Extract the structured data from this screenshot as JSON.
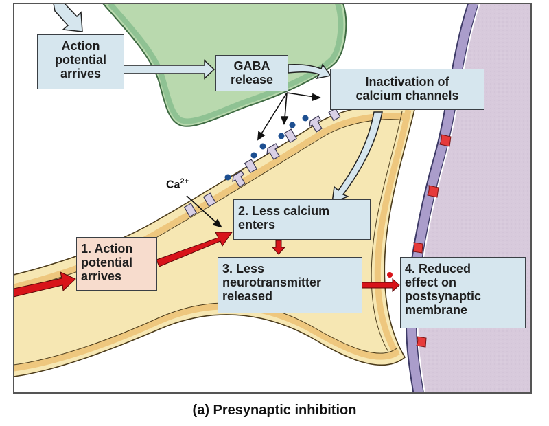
{
  "figure": {
    "caption": "(a) Presynaptic inhibition",
    "ion_label": "Ca",
    "ion_charge": "2+"
  },
  "boxes": {
    "ap_top": [
      "Action",
      "potential",
      "arrives"
    ],
    "gaba": [
      "GABA",
      "release"
    ],
    "inactivation": [
      "Inactivation of",
      "calcium channels"
    ],
    "step1": [
      "1. Action",
      "potential",
      "arrives"
    ],
    "step2": [
      "2. Less calcium",
      "enters"
    ],
    "step3": [
      "3. Less",
      "neurotransmitter",
      "released"
    ],
    "step4": [
      "4. Reduced",
      "effect on",
      "postsynaptic",
      "membrane"
    ]
  },
  "colors": {
    "gaba_terminal": "#b9d9ae",
    "gaba_membrane": "#7fb583",
    "presynaptic_terminal": "#f6e7b3",
    "presynaptic_membrane": "#eec77e",
    "postsynaptic_cell": "#d7c8dc",
    "postsynaptic_membrane": "#a99bc8",
    "box_blue": "#d6e6ee",
    "box_pink": "#f7dccd",
    "signal_arrow": "#d8141a",
    "gaba_dot": "#1d4f91",
    "receptor": "#e63a3a",
    "channel": "#d9d0e6"
  }
}
